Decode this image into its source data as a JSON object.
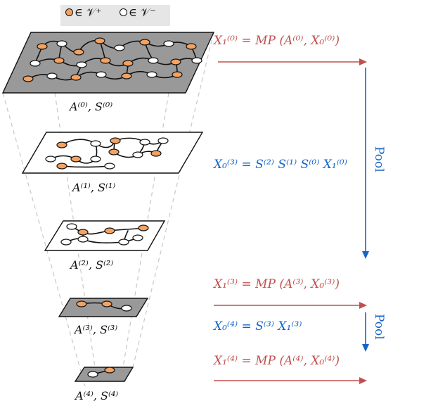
{
  "legend": {
    "positive": "∈ 𝒱⁺",
    "negative": "∈ 𝒱⁻",
    "positive_color": "#f4a261",
    "negative_color": "#ffffff"
  },
  "levels": [
    {
      "label": "A⁽⁰⁾, S⁽⁰⁾",
      "plane_fill": "#999999"
    },
    {
      "label": "A⁽¹⁾, S⁽¹⁾",
      "plane_fill": "#ffffff"
    },
    {
      "label": "A⁽²⁾, S⁽²⁾",
      "plane_fill": "#ffffff"
    },
    {
      "label": "A⁽³⁾, S⁽³⁾",
      "plane_fill": "#999999"
    },
    {
      "label": "A⁽⁴⁾, S⁽⁴⁾",
      "plane_fill": "#999999"
    }
  ],
  "equations": {
    "mp0": "X₁⁽⁰⁾ = MP (A⁽⁰⁾, X₀⁽⁰⁾)",
    "pool0": "X₀⁽³⁾ = S⁽²⁾ S⁽¹⁾ S⁽⁰⁾ X₁⁽⁰⁾",
    "mp3": "X₁⁽³⁾ = MP (A⁽³⁾, X₀⁽³⁾)",
    "pool3": "X₀⁽⁴⁾ = S⁽³⁾ X₁⁽³⁾",
    "mp4": "X₁⁽⁴⁾ = MP (A⁽⁴⁾, X₀⁽⁴⁾)"
  },
  "pool_label_1": "Pool",
  "pool_label_2": "Pool",
  "colors": {
    "mp": "#c0504d",
    "pool": "#1565c8",
    "orange_node": "#f4a261",
    "white_node": "#ffffff",
    "guide": "#bfbfbf"
  }
}
